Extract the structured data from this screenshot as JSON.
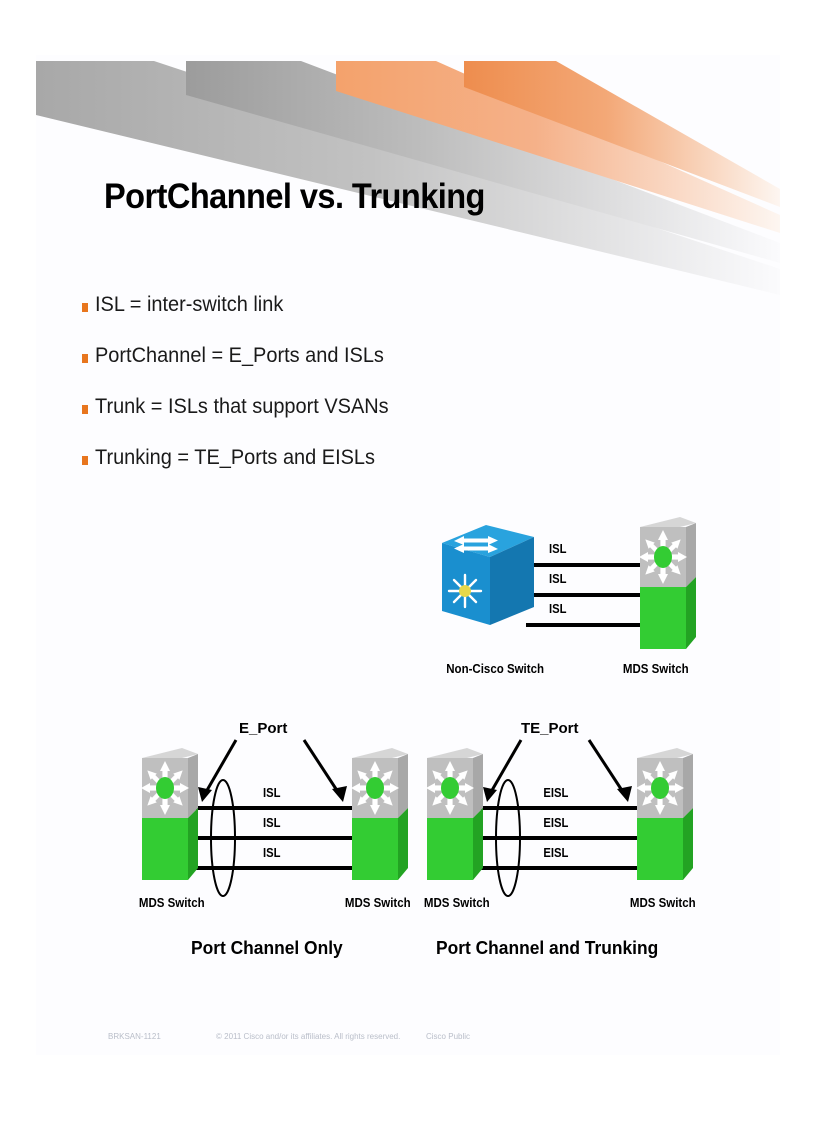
{
  "slide": {
    "title": "PortChannel vs. Trunking",
    "bullets": [
      {
        "text": "ISL = inter-switch link"
      },
      {
        "text": "PortChannel = E_Ports and ISLs"
      },
      {
        "text": "Trunk = ISLs that support VSANs"
      },
      {
        "text": "Trunking = TE_Ports and EISLs"
      }
    ],
    "colors": {
      "bullet_marker": "#E8761E",
      "banner_gray": "#b3b3b3",
      "banner_orange": "#f0935a",
      "switch_blue": "#1a9ad7",
      "switch_gray": "#bfbfbf",
      "switch_green": "#33cc33",
      "title_text": "#000000",
      "footer_text": "#b9bec9"
    },
    "diagrams": [
      {
        "id": "diagram-top",
        "left_device": {
          "label": "Non-Cisco Switch",
          "type": "blue-switch-icon"
        },
        "right_device": {
          "label": "MDS Switch",
          "type": "mds-switch-icon"
        },
        "links": [
          {
            "label": "ISL"
          },
          {
            "label": "ISL"
          },
          {
            "label": "ISL"
          }
        ],
        "port_annotation": null,
        "caption": null
      },
      {
        "id": "diagram-left",
        "left_device": {
          "label": "MDS Switch",
          "type": "mds-switch-icon"
        },
        "right_device": {
          "label": "MDS Switch",
          "type": "mds-switch-icon"
        },
        "links": [
          {
            "label": "ISL"
          },
          {
            "label": "ISL"
          },
          {
            "label": "ISL"
          }
        ],
        "port_annotation": "E_Port",
        "caption": "Port Channel Only"
      },
      {
        "id": "diagram-right",
        "left_device": {
          "label": "MDS Switch",
          "type": "mds-switch-icon"
        },
        "right_device": {
          "label": "MDS Switch",
          "type": "mds-switch-icon"
        },
        "links": [
          {
            "label": "EISL"
          },
          {
            "label": "EISL"
          },
          {
            "label": "EISL"
          }
        ],
        "port_annotation": "TE_Port",
        "caption": "Port Channel and Trunking"
      }
    ],
    "footer": {
      "session_code": "BRKSAN-1121",
      "copyright": "© 2011 Cisco and/or its affiliates. All rights reserved.",
      "classification": "Cisco Public"
    }
  }
}
